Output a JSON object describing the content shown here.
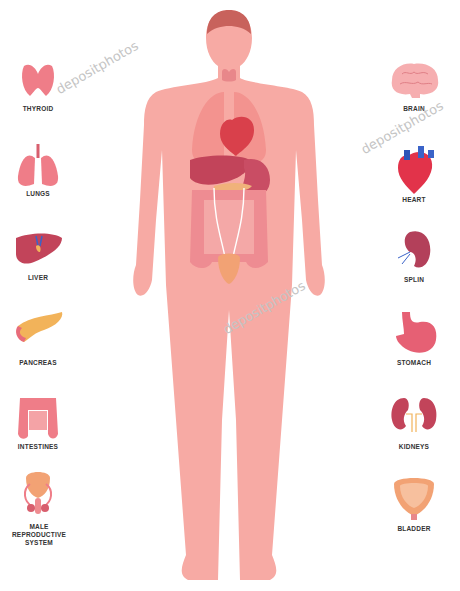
{
  "diagram": {
    "labels": [
      "THYROID",
      "BRAIN",
      "LUNGS",
      "HEART",
      "LIVER",
      "SPLIN",
      "PANCREAS",
      "STOMACH",
      "INTESTINES",
      "KIDNEYS",
      "MALE REPRODUCTIVE SYSTEM",
      "BLADDER",
      "depositphotos",
      "depositphotos",
      "depositphotos"
    ]
  }
}
